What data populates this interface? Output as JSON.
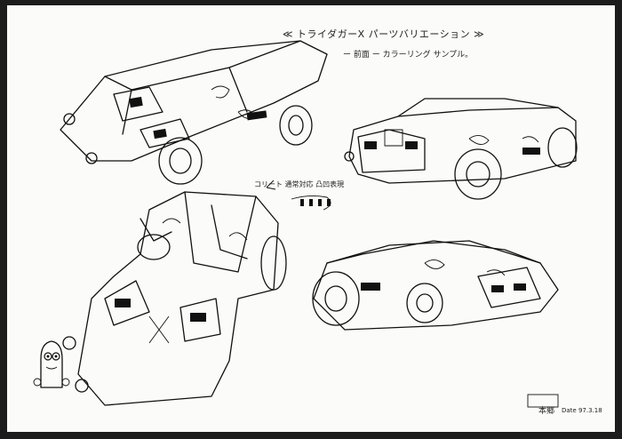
{
  "sheet": {
    "title_note": "≪ トライダガーX パーツバリエーション ≫",
    "sub_note": "ー 前面 ー カラーリング サンプル。",
    "callout_note": "コリート 通常対応 凸凹表現",
    "signature": "本郷",
    "date": "Date 97.3.18"
  }
}
